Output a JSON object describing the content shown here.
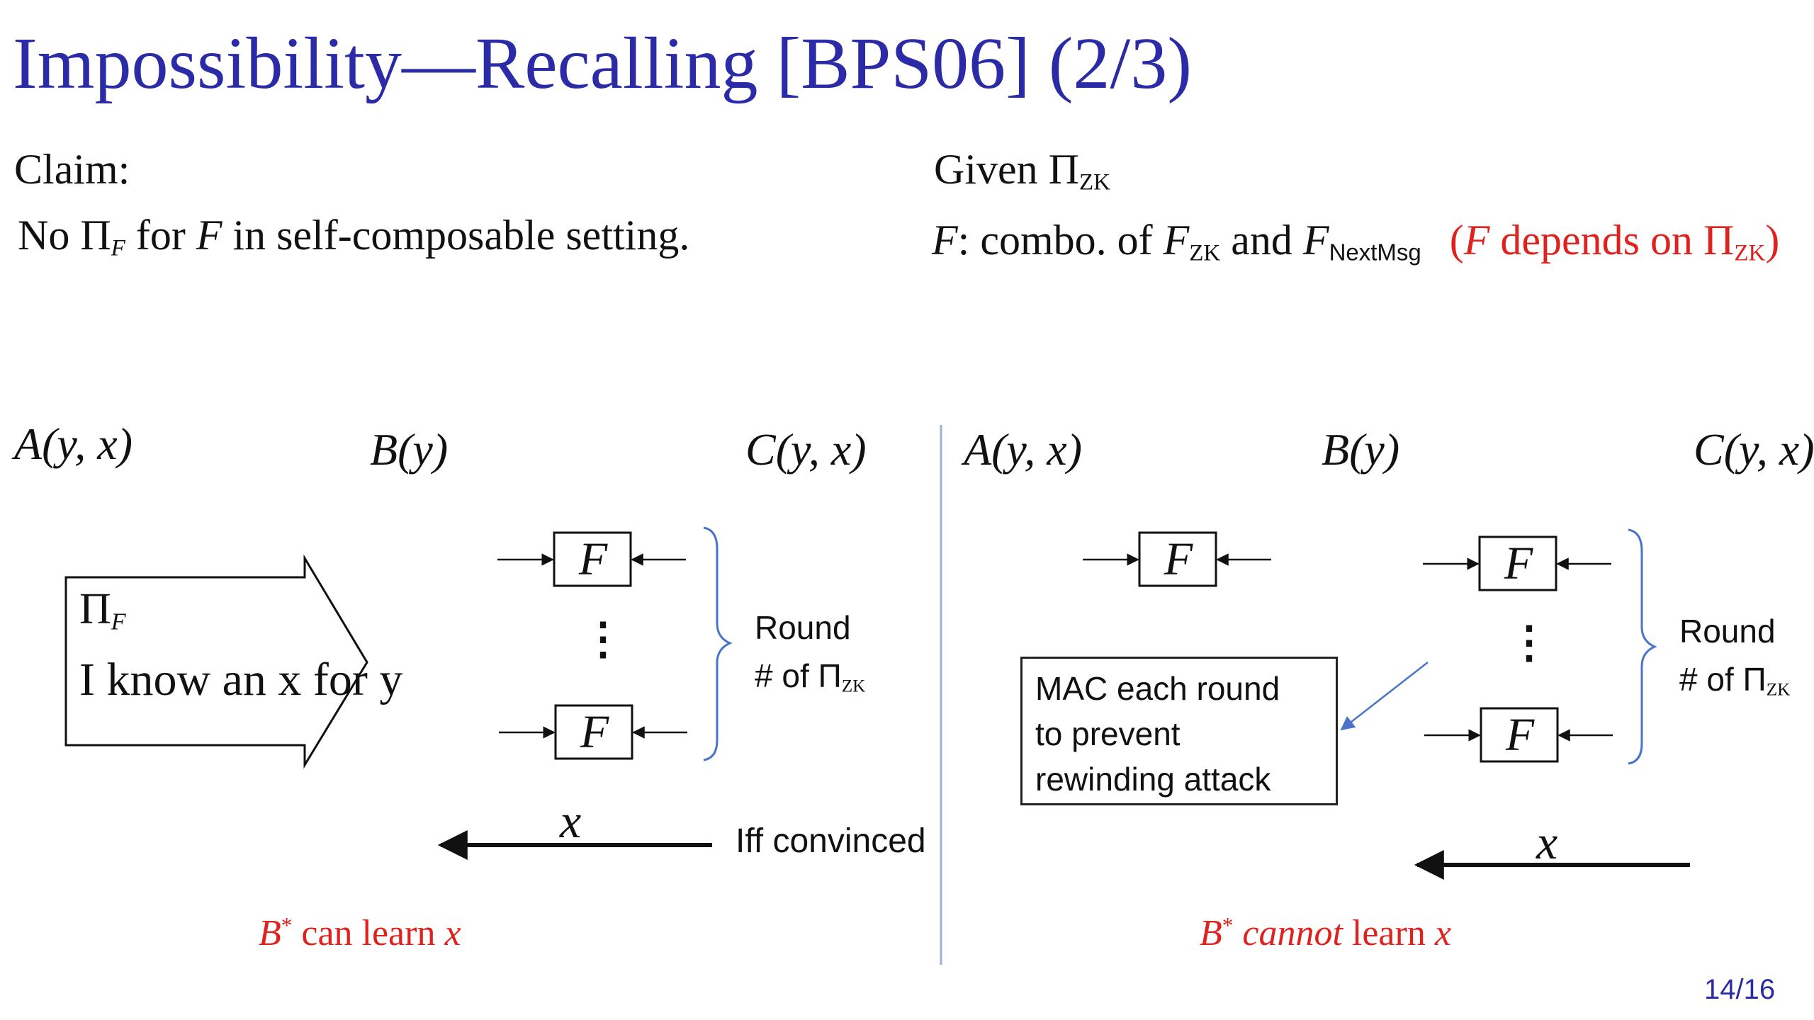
{
  "slide": {
    "title": "Impossibility—Recalling [BPS06] (2/3)",
    "page_number": "14/16",
    "accent_color": "#2b2ba8",
    "highlight_color": "#e0221e"
  },
  "claim": {
    "label": "Claim:",
    "line_no": "No Π",
    "sub_F": "F",
    "line_for": " for ",
    "line_F": "F",
    "line_rest": " in self-composable setting."
  },
  "given": {
    "label": "Given Π",
    "sub": "ZK",
    "f_F": "F",
    "f_text1": ": combo. of ",
    "f_F2": "F",
    "f_sub1": "ZK",
    "f_and": " and ",
    "f_F3": "F",
    "f_sub2": "NextMsg",
    "note_open": "(",
    "note_F": "F",
    "note_text": " depends on Π",
    "note_sub": "ZK",
    "note_close": ")"
  },
  "left_diagram": {
    "party_a": "A(y, x)",
    "party_b": "B(y)",
    "party_c": "C(y, x)",
    "arrow_box_pi": "Π",
    "arrow_box_pi_sub": "F",
    "arrow_box_text": "I know an x for y",
    "func_box_label": "F",
    "ellipsis": "⋮",
    "round_line1": "Round",
    "round_line2": "# of Π",
    "round_sub": "ZK",
    "x_label": "x",
    "iff_text": "Iff convinced",
    "result_b": "B",
    "result_star": "*",
    "result_text": " can learn ",
    "result_x": "x"
  },
  "right_diagram": {
    "party_a": "A(y, x)",
    "party_b": "B(y)",
    "party_c": "C(y, x)",
    "func_box_label": "F",
    "ellipsis": "⋮",
    "mac_line1": "MAC each round",
    "mac_line2": "to prevent",
    "mac_line3": "rewinding attack",
    "round_line1": "Round",
    "round_line2": "# of Π",
    "round_sub": "ZK",
    "x_label": "x",
    "result_b": "B",
    "result_star": "*",
    "result_cannot": "cannot",
    "result_text": " learn ",
    "result_x": "x"
  }
}
